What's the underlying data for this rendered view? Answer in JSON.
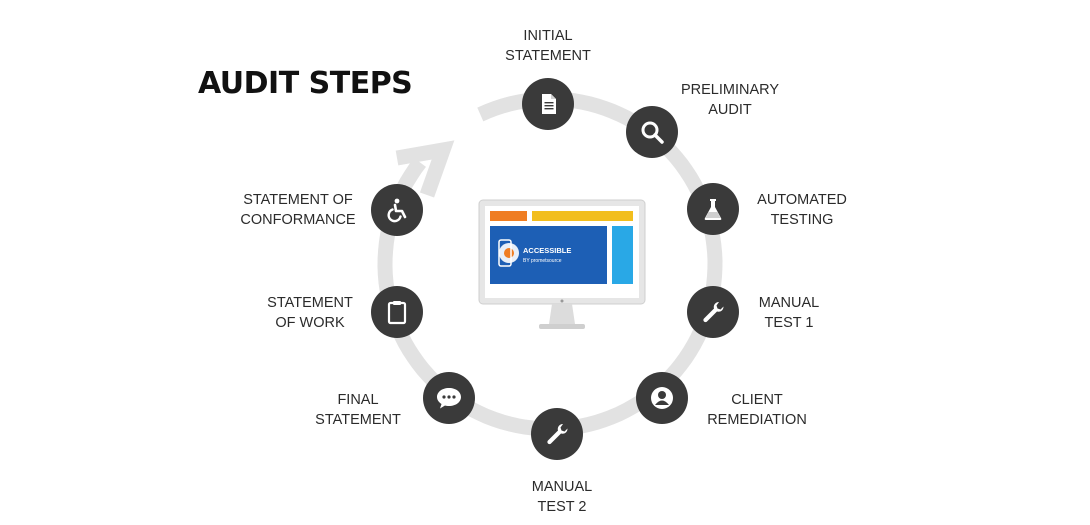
{
  "title": "AUDIT STEPS",
  "colors": {
    "node": "#3a3a3a",
    "ring": "#e2e2e2",
    "icon": "#ffffff",
    "text": "#2b2b2b"
  },
  "monitor": {
    "brand_line1": "ACCESSIBLE",
    "brand_line2": "BY prometsource"
  },
  "steps": [
    {
      "name": "initial-statement",
      "icon": "document-icon",
      "line1": "INITIAL",
      "line2": "STATEMENT"
    },
    {
      "name": "preliminary-audit",
      "icon": "magnifier-icon",
      "line1": "PRELIMINARY",
      "line2": "AUDIT"
    },
    {
      "name": "automated-testing",
      "icon": "flask-icon",
      "line1": "AUTOMATED",
      "line2": "TESTING"
    },
    {
      "name": "manual-test-1",
      "icon": "wrench-icon",
      "line1": "MANUAL",
      "line2": "TEST 1"
    },
    {
      "name": "client-remediation",
      "icon": "user-icon",
      "line1": "CLIENT",
      "line2": "REMEDIATION"
    },
    {
      "name": "manual-test-2",
      "icon": "wrench-icon",
      "line1": "MANUAL",
      "line2": "TEST 2"
    },
    {
      "name": "final-statement",
      "icon": "chat-bubble-icon",
      "line1": "FINAL",
      "line2": "STATEMENT"
    },
    {
      "name": "statement-of-work",
      "icon": "clipboard-icon",
      "line1": "STATEMENT",
      "line2": "OF WORK"
    },
    {
      "name": "statement-of-conformance",
      "icon": "wheelchair-icon",
      "line1": "STATEMENT OF",
      "line2": "CONFORMANCE"
    }
  ]
}
